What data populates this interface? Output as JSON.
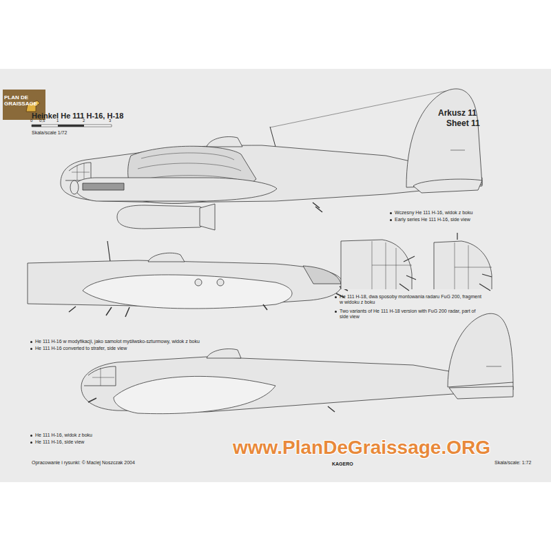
{
  "diagram": {
    "title": "Heinkel He 111 H-16, H-18",
    "labels": [
      "PLAN DE GRAISSAGE",
      "0",
      "0,5",
      "1",
      "2",
      "3",
      "Skala/scale 1/72",
      "Arkusz 11",
      "Sheet 11",
      "Wczesny He 111 H-16, widok z boku",
      "Early series He 111 H-16, side view",
      "He 111 H-18, dwa sposoby montowania radaru FuG 200, fragment w widoku z boku",
      "Two variants of He 111 H-18 version with FuG 200 radar, part of side view",
      "He 111 H-16 w modyfikacji, jako samolot myśliwsko-szturmowy, widok z boku",
      "He 111 H-16 converted to strafer, side view",
      "He 111 H-16, widok z boku",
      "He 111 H-16, side view",
      "Opracowanie i rysunki: © Maciej Noszczak 2004",
      "KAGERO",
      "Skala/scale: 1:72",
      "www.PlanDeGraissage.ORG"
    ]
  }
}
